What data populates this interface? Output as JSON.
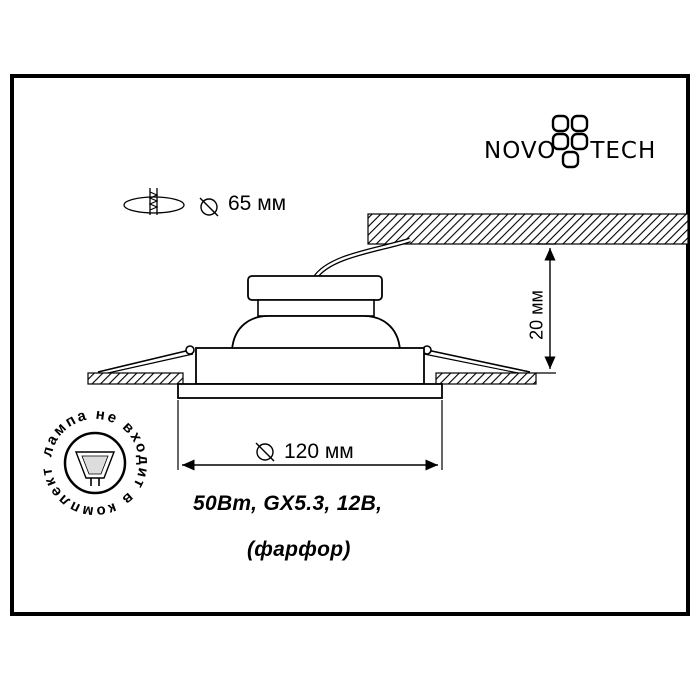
{
  "brand": {
    "name_part1": "NOVO",
    "name_part2": "TECH"
  },
  "cutout": {
    "label": "65 мм"
  },
  "outer": {
    "label": "120 мм"
  },
  "height": {
    "label": "20 мм"
  },
  "specs": {
    "line1": "50Вт, GX5.3, 12В,",
    "line2": "(фарфор)"
  },
  "badge": {
    "text": "лампа не входит в комплект"
  },
  "colors": {
    "stroke": "#000000",
    "background": "#ffffff"
  },
  "icons": [
    "diameter-icon",
    "cutout-hole-icon",
    "mr16-lamp-icon",
    "logo-mark-icon"
  ]
}
